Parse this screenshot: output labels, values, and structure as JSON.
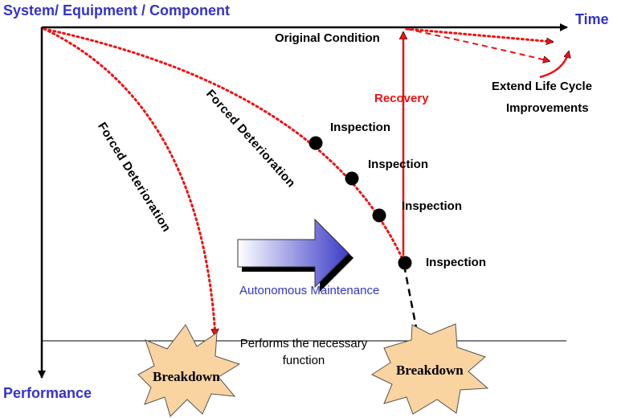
{
  "title": "System/ Equipment / Component",
  "axes": {
    "x_label": "Time",
    "y_label": "Performance"
  },
  "labels": {
    "original_condition": "Original Condition",
    "recovery": "Recovery",
    "extend_life_cycle_line1": "Extend Life Cycle",
    "extend_life_cycle_line2": "Improvements",
    "forced_deterioration_left": "Forced  Deterioration",
    "forced_deterioration_mid": "Forced Deterioration",
    "inspection_1": "Inspection",
    "inspection_2": "Inspection",
    "inspection_3": "Inspection",
    "inspection_4": "Inspection",
    "autonomous_maintenance": "Autonomous Maintenance",
    "performs_line1": "Performs the necessary",
    "performs_line2": "function",
    "breakdown_left": "Breakdown",
    "breakdown_right": "Breakdown"
  },
  "colors": {
    "title_blue": "#3333cc",
    "curve_red": "#ee1111",
    "burst_fill": "#f9d3a0",
    "arrow_gradient_start": "#ffffff",
    "arrow_gradient_end": "#3c3cc8"
  }
}
